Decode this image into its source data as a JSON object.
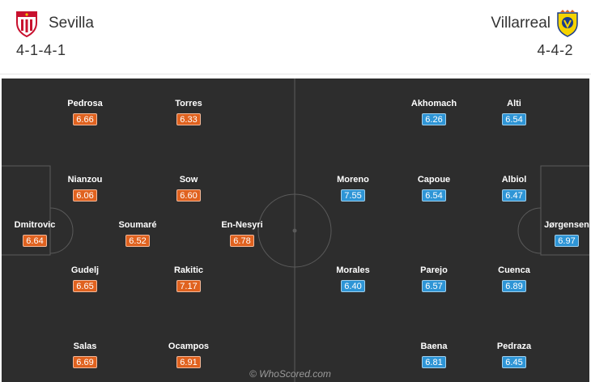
{
  "home": {
    "name": "Sevilla",
    "formation": "4-1-4-1",
    "crest_icon": "sevilla-crest-icon",
    "rating_color": "#e0621f",
    "players": [
      {
        "name": "Pedrosa",
        "rating": "6.66"
      },
      {
        "name": "Torres",
        "rating": "6.33"
      },
      {
        "name": "Nianzou",
        "rating": "6.06"
      },
      {
        "name": "Sow",
        "rating": "6.60"
      },
      {
        "name": "Dmitrovic",
        "rating": "6.64"
      },
      {
        "name": "Soumaré",
        "rating": "6.52"
      },
      {
        "name": "En-Nesyri",
        "rating": "6.78"
      },
      {
        "name": "Gudelj",
        "rating": "6.65"
      },
      {
        "name": "Rakitic",
        "rating": "7.17"
      },
      {
        "name": "Salas",
        "rating": "6.69"
      },
      {
        "name": "Ocampos",
        "rating": "6.91"
      }
    ]
  },
  "away": {
    "name": "Villarreal",
    "formation": "4-4-2",
    "crest_icon": "villarreal-crest-icon",
    "rating_color": "#2e95d6",
    "players": [
      {
        "name": "Akhomach",
        "rating": "6.26"
      },
      {
        "name": "Alti",
        "rating": "6.54"
      },
      {
        "name": "Moreno",
        "rating": "7.55"
      },
      {
        "name": "Capoue",
        "rating": "6.54"
      },
      {
        "name": "Albiol",
        "rating": "6.47"
      },
      {
        "name": "Jørgensen",
        "rating": "6.97"
      },
      {
        "name": "Morales",
        "rating": "6.40"
      },
      {
        "name": "Parejo",
        "rating": "6.57"
      },
      {
        "name": "Cuenca",
        "rating": "6.89"
      },
      {
        "name": "Baena",
        "rating": "6.81"
      },
      {
        "name": "Pedraza",
        "rating": "6.45"
      }
    ]
  },
  "pitch_color": "#2d2d2d",
  "watermark": "© WhoScored.com"
}
